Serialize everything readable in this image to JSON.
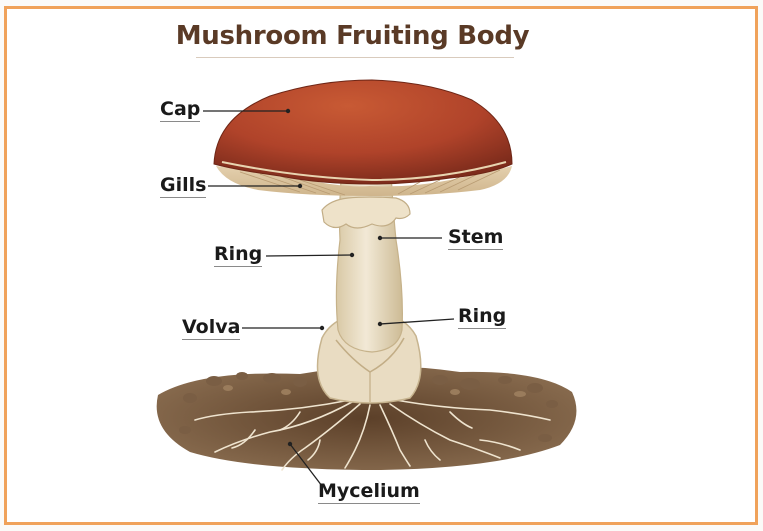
{
  "title": "Mushroom Fruiting Body",
  "labels": {
    "cap": "Cap",
    "gills": "Gills",
    "ring_left": "Ring",
    "stem": "Stem",
    "ring_right": "Ring",
    "volva": "Volva",
    "mycelium": "Mycelium"
  },
  "colors": {
    "frame": "#f0a25a",
    "cap": "#b4482c",
    "stem": "#e8dcc2",
    "soil": "#6b4e34",
    "title": "#5a3a26"
  }
}
